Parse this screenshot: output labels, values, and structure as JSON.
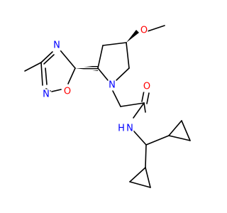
{
  "molecule": {
    "atoms": {
      "n_oxadiazole_top": {
        "symbol": "N",
        "color": "#0000ff"
      },
      "n_oxadiazole_bottom": {
        "symbol": "N",
        "color": "#0000ff"
      },
      "o_oxadiazole": {
        "symbol": "O",
        "color": "#ff0000"
      },
      "o_methoxy": {
        "symbol": "O",
        "color": "#ff0000"
      },
      "n_pyrrolidine": {
        "symbol": "N",
        "color": "#0000ff"
      },
      "o_carbonyl": {
        "symbol": "O",
        "color": "#ff0000"
      },
      "n_amide": {
        "symbol": "N",
        "color": "#0000ff"
      },
      "h_amide": {
        "symbol": "H",
        "color": "#0000ff"
      }
    }
  }
}
